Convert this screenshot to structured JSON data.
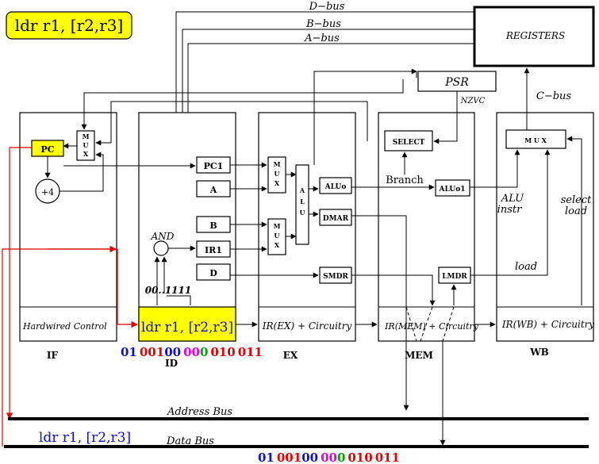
{
  "instruction_badge": "ldr r1, [r2,r3]",
  "buses": {
    "d_bus": "D−bus",
    "b_bus": "B−bus",
    "a_bus": "A−bus",
    "c_bus": "C−bus",
    "address_bus": "Address Bus",
    "data_bus": "Data Bus"
  },
  "registers": "REGISTERS",
  "psr": "PSR",
  "nzvc": "NZVC",
  "stages": {
    "if": "IF",
    "id": "ID",
    "ex": "EX",
    "mem": "MEM",
    "wb": "WB"
  },
  "blocks": {
    "pc": "PC",
    "plus4": "+4",
    "pc1": "PC1",
    "a": "A",
    "b": "B",
    "ir1": "IR1",
    "d": "D",
    "and_label": "AND",
    "const_label": "00..1111",
    "alu0": "ALUo",
    "dmar": "DMAR",
    "smdr": "SMDR",
    "select": "SELECT",
    "branch": "Branch",
    "alu01": "ALUo1",
    "lmdr": "LMDR",
    "alu_instr_1": "ALU",
    "alu_instr_2": "instr",
    "select_load_1": "select",
    "select_load_2": "load",
    "load": "load",
    "mux_letters": [
      "M",
      "U",
      "X"
    ],
    "alu_letters": [
      "A",
      "L",
      "U"
    ],
    "wb_mux": "M U X"
  },
  "stage_labels": {
    "hardwired": "Hardwired Control",
    "id_instr": "ldr r1, [r2,r3]",
    "ex_ir": "IR(EX) + Circuitry",
    "mem_ir": "IR(MEM) + Circuitry",
    "wb_ir": "IR(WB) + Circuitry"
  },
  "encoding": {
    "parts": [
      "01",
      "001",
      "00",
      "00",
      "0",
      "010",
      "011"
    ],
    "colors": [
      "#1010c8",
      "#e00000",
      "#1010c8",
      "#e000e0",
      "#00a000",
      "#e00000",
      "#e00000"
    ]
  },
  "data_bus_instr": "ldr r1, [r2,r3]",
  "colors": {
    "badge_fill": "#ffff00",
    "red_wire": "#e00000",
    "blue_text": "#1010c8"
  }
}
